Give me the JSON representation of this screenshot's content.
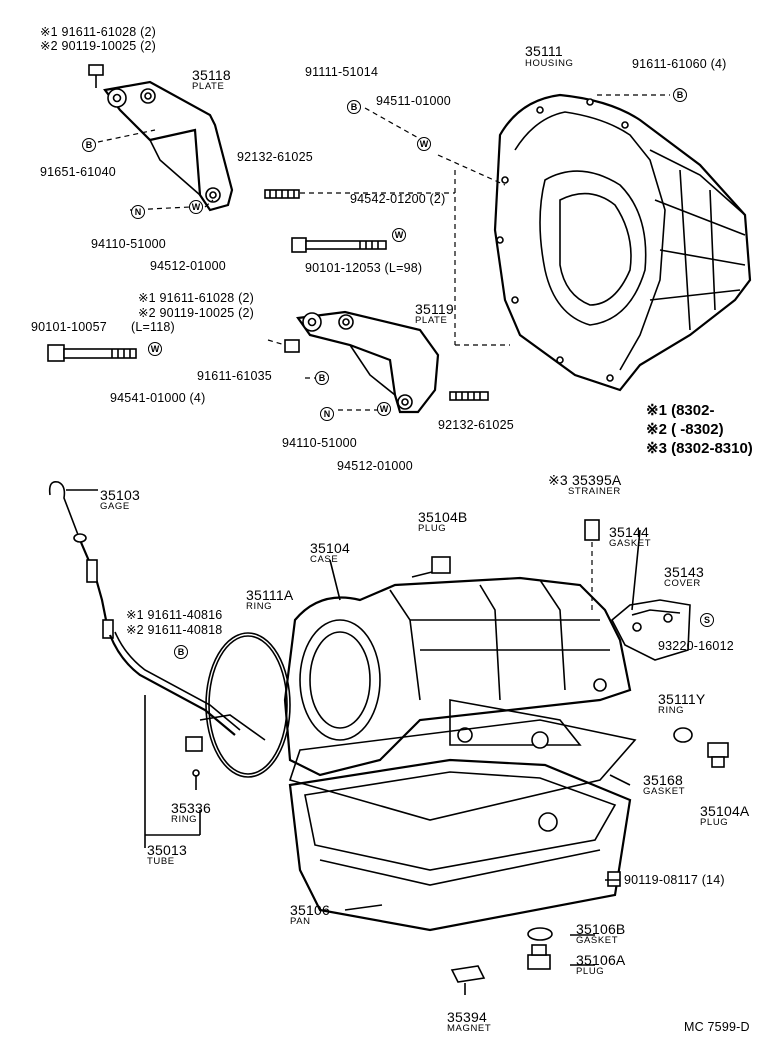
{
  "callouts": {
    "p35111": "35111",
    "p35111_sub": "HOUSING",
    "p91611_61060": "91611-61060 (4)",
    "p91111_51014": "91111-51014",
    "p94511_01000": "94511-01000",
    "p35118": "35118",
    "p35118_sub": "PLATE",
    "a1_line": "※1 91611-61028 (2)",
    "a2_line": "※2 90119-10025 (2)",
    "p91651_61040": "91651-61040",
    "p92132_61025_top": "92132-61025",
    "p94542_01200": "94542-01200 (2)",
    "p90101_12053": "90101-12053 (L=98)",
    "p94110_51000_top": "94110-51000",
    "p94512_01000_top": "94512-01000",
    "b1_line": "※1  91611-61028 (2)",
    "b2_line": "※2  90119-10025 (2)",
    "p90101_10057": "90101-10057",
    "p90101_10057_len": "(L=118)",
    "p35119": "35119",
    "p35119_sub": "PLATE",
    "p94541_01000": "94541-01000 (4)",
    "p91611_61035": "91611-61035",
    "p92132_61025_bot": "92132-61025",
    "p94110_51000_bot": "94110-51000",
    "p94512_01000_bot": "94512-01000",
    "p35103": "35103",
    "p35103_sub": "GAGE",
    "p35395A": "※3 35395A",
    "p35395A_sub": "STRAINER",
    "p35104B": "35104B",
    "p35104B_sub": "PLUG",
    "p35144": "35144",
    "p35144_sub": "GASKET",
    "p35104": "35104",
    "p35104_sub": "CASE",
    "p35143": "35143",
    "p35143_sub": "COVER",
    "p35111A": "35111A",
    "p35111A_sub": "RING",
    "c1_line": "※1 91611-40816",
    "c2_line": "※2 91611-40818",
    "p93220_16012": "93220-16012",
    "p35111Y": "35111Y",
    "p35111Y_sub": "RING",
    "p35168": "35168",
    "p35168_sub": "GASKET",
    "p35336": "35336",
    "p35336_sub": "RING",
    "p35104A": "35104A",
    "p35104A_sub": "PLUG",
    "p35013": "35013",
    "p35013_sub": "TUBE",
    "p90119_08117": "90119-08117 (14)",
    "p35106": "35106",
    "p35106_sub": "PAN",
    "p35106B": "35106B",
    "p35106B_sub": "GASKET",
    "p35106A": "35106A",
    "p35106A_sub": "PLUG",
    "p35394": "35394",
    "p35394_sub": "MAGNET"
  },
  "refs": {
    "B": "B",
    "W": "W",
    "N": "N",
    "S": "S"
  },
  "legend": [
    "※1 (8302-",
    "※2 (      -8302)",
    "※3 (8302-8310)"
  ],
  "footer": {
    "code": "MC 7599-D"
  }
}
